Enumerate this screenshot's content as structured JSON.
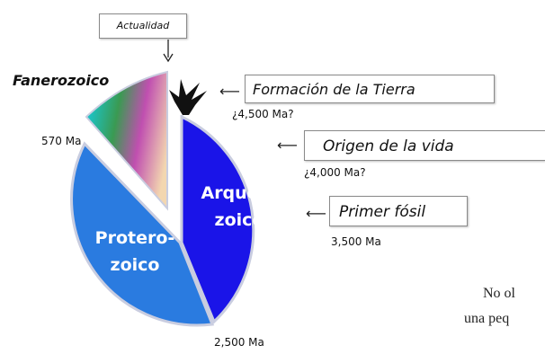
{
  "eras": {
    "arqueozoico": [
      "Arqueo-",
      "zoico"
    ],
    "proterozoico": [
      "Protero-",
      "zoico"
    ],
    "fanerozoico": "Fanerozoico"
  },
  "callouts": {
    "actualidad": "Actualidad",
    "formacion": "Formación de la Tierra",
    "origen": "Origen de la vida",
    "primer_fosil": "Primer fósil"
  },
  "dates": {
    "formacion": "¿4,500 Ma?",
    "origen": "¿4,000 Ma?",
    "primer_fosil": "3,500 Ma",
    "fanerozoico_inicio": "570 Ma",
    "proterozoico_inicio": "2,500 Ma"
  },
  "cut_text": {
    "line1": "No ol",
    "line2": "una peq"
  },
  "colors": {
    "arqueozoico": "#1a14e8",
    "proterozoico": "#2a7be0",
    "outline": "#bfc4d6",
    "arrow": "#222222"
  }
}
